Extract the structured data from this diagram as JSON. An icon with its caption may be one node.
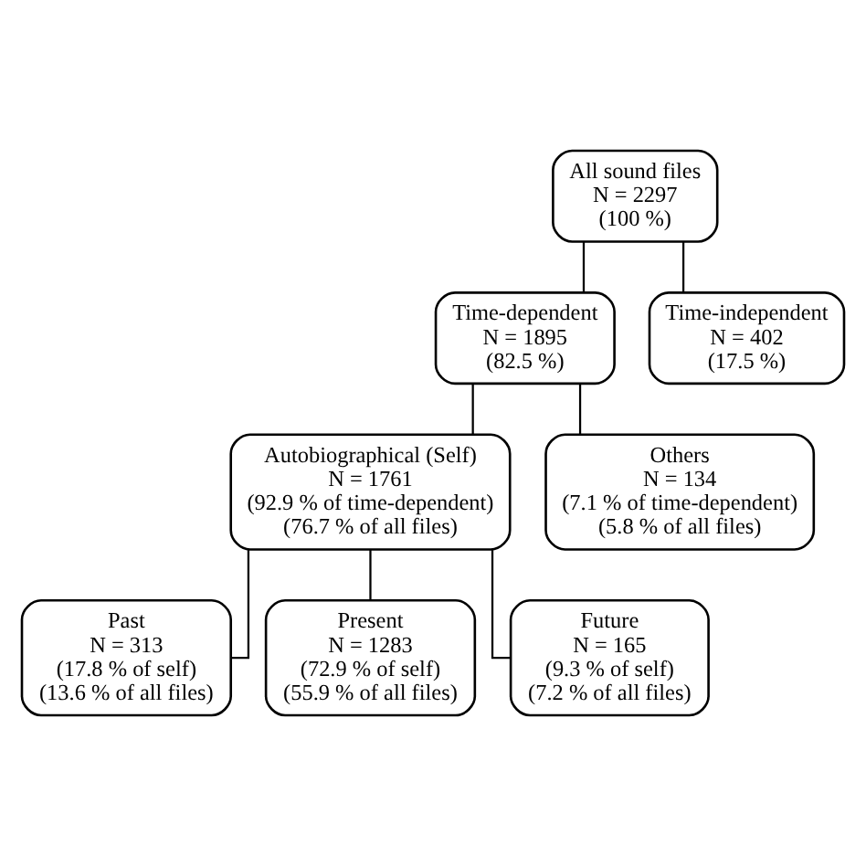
{
  "diagram": {
    "nodes": [
      {
        "text": [
          "All sound files",
          "N = 2297",
          "(100 %)"
        ]
      },
      {
        "text": [
          "Time-dependent",
          "N = 1895",
          "(82.5 %)"
        ]
      },
      {
        "text": [
          "Time-independent",
          "N = 402",
          "(17.5 %)"
        ]
      },
      {
        "text": [
          "Autobiographical (Self)",
          "N = 1761",
          "(92.9 % of time-dependent)",
          "(76.7 % of all files)"
        ]
      },
      {
        "text": [
          "Others",
          "N = 134",
          "(7.1 % of time-dependent)",
          "(5.8 % of all files)"
        ]
      },
      {
        "text": [
          "Past",
          "N = 313",
          "(17.8 % of self)",
          "(13.6 % of all files)"
        ]
      },
      {
        "text": [
          "Present",
          "N = 1283",
          "(72.9 % of self)",
          "(55.9 % of all files)"
        ]
      },
      {
        "text": [
          "Future",
          "N = 165",
          "(9.3 % of self)",
          "(7.2 % of all files)"
        ]
      }
    ],
    "edges": [
      {
        "from": 0,
        "to": 1,
        "arrow": "none"
      },
      {
        "from": 0,
        "to": 2,
        "arrow": "none"
      },
      {
        "from": 1,
        "to": 3,
        "arrow": "none"
      },
      {
        "from": 1,
        "to": 4,
        "arrow": "none"
      },
      {
        "from": 3,
        "to": 5,
        "arrow": "none"
      },
      {
        "from": 3,
        "to": 6,
        "arrow": "none"
      },
      {
        "from": 3,
        "to": 7,
        "arrow": "none"
      }
    ]
  }
}
